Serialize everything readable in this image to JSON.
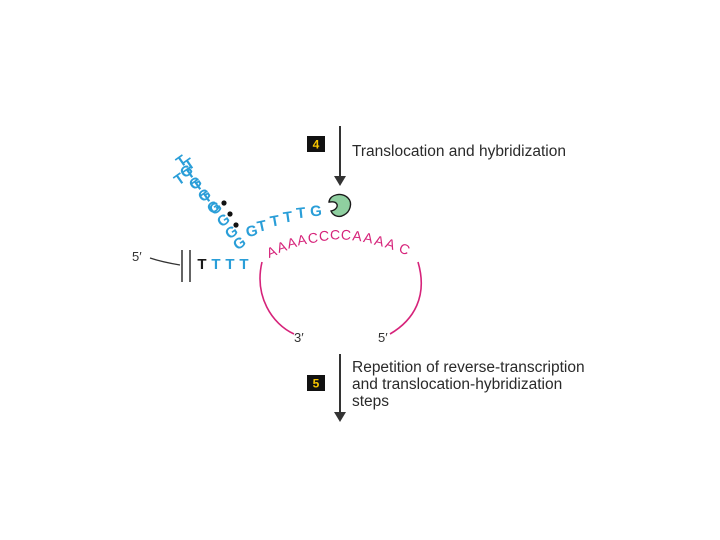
{
  "steps": [
    {
      "number": "4",
      "text_lines": [
        "Translocation and hybridization"
      ]
    },
    {
      "number": "5",
      "text_lines": [
        "Repetition of reverse-transcription",
        "and translocation-hybridization",
        "steps"
      ]
    }
  ],
  "strand_labels": {
    "dna_five_prime": "5′",
    "rna_three_prime": "3′",
    "rna_five_prime": "5′"
  },
  "dna_horizontal": [
    "T",
    "T",
    "T",
    "T"
  ],
  "dna_diagonal": [
    "G",
    "G",
    "G",
    "G",
    "T",
    "T",
    "T",
    "T",
    "G",
    "G",
    "G",
    "G",
    "T",
    "T"
  ],
  "dna_tail": [
    "G",
    "T",
    "T",
    "T",
    "T",
    "G"
  ],
  "rna_template": [
    "A",
    "A",
    "A",
    "A",
    "C",
    "C",
    "C",
    "C",
    "A",
    "A",
    "A",
    "A",
    "C"
  ],
  "colors": {
    "dna_blue": "#2a9ed8",
    "dna_black": "#1a1a1a",
    "rna_magenta": "#d6237a",
    "enzyme_green": "#8fcfa0",
    "badge_black": "#111111",
    "badge_yellow": "#f5c400"
  },
  "icons": {
    "enzyme": "telomerase-enzyme-icon"
  }
}
